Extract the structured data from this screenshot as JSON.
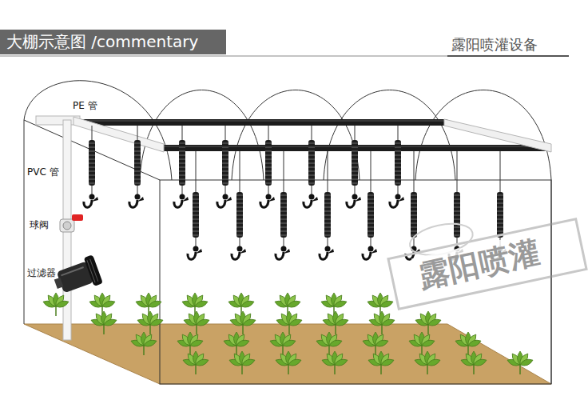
{
  "diagram": {
    "title": "大棚示意图 /commentary",
    "labels": [
      "露阳喷灌设备",
      "PE 管",
      "PVC 管",
      "球阀",
      "过滤器",
      "露阳喷灌"
    ]
  }
}
